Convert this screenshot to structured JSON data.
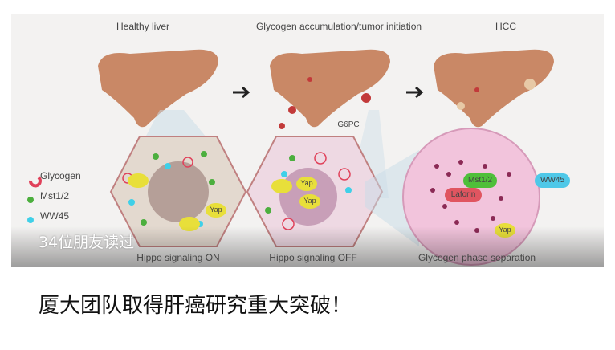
{
  "figure": {
    "stage_labels": [
      "Healthy liver",
      "Glycogen accumulation/tumor initiation",
      "HCC"
    ],
    "bottom_labels": [
      "Hippo signaling ON",
      "Hippo signaling OFF",
      "Glycogen phase separation"
    ],
    "legend": [
      {
        "label": "Glycogen",
        "color": "#e0415a"
      },
      {
        "label": "Mst1/2",
        "color": "#4caf3e"
      },
      {
        "label": "WW45",
        "color": "#3fd0e8"
      }
    ],
    "g6pc_label": "G6PC",
    "protein_labels": {
      "yap": "Yap",
      "mst": "Mst1/2",
      "ww45": "WW45",
      "laforin": "Laforin"
    }
  },
  "overlay": {
    "read_count": "34位朋友读过"
  },
  "caption": "厦大团队取得肝癌研究重大突破！"
}
